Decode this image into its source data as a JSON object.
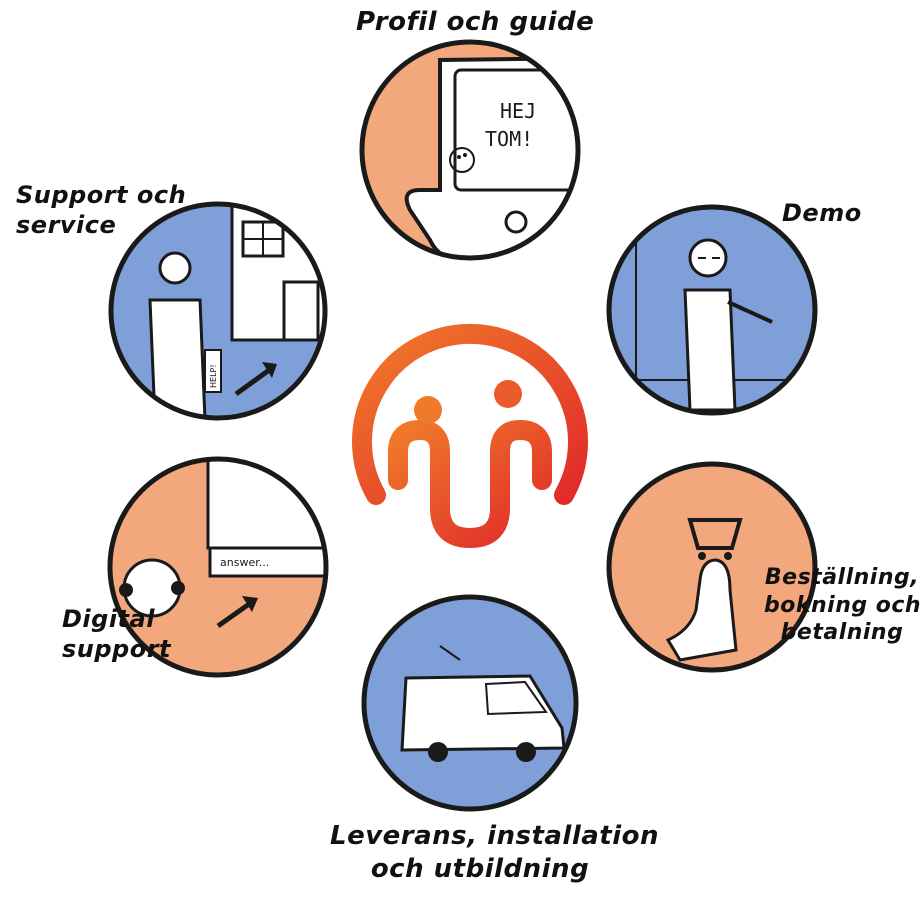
{
  "labels": {
    "profil": "Profil och guide",
    "support_line1": "Support och",
    "support_line2": "service",
    "demo": "Demo",
    "digital_line1": "Digital",
    "digital_line2": "support",
    "bestall_line1": "Beställning,",
    "bestall_line2": "bokning och",
    "bestall_line3": "betalning",
    "leverans_line1": "Leverans, installation",
    "leverans_line2": "och utbildning"
  },
  "scene_text": {
    "tablet_greeting_line1": "HEJ",
    "tablet_greeting_line2": "TOM!",
    "help_sign": "HELP!",
    "answer_field": "answer..."
  },
  "colors": {
    "orange_fill": "#f2a77c",
    "blue_fill": "#7f9fd8",
    "logo_gradient_start": "#f07a2a",
    "logo_gradient_end": "#e02a2a",
    "outline": "#1a1a1a"
  }
}
